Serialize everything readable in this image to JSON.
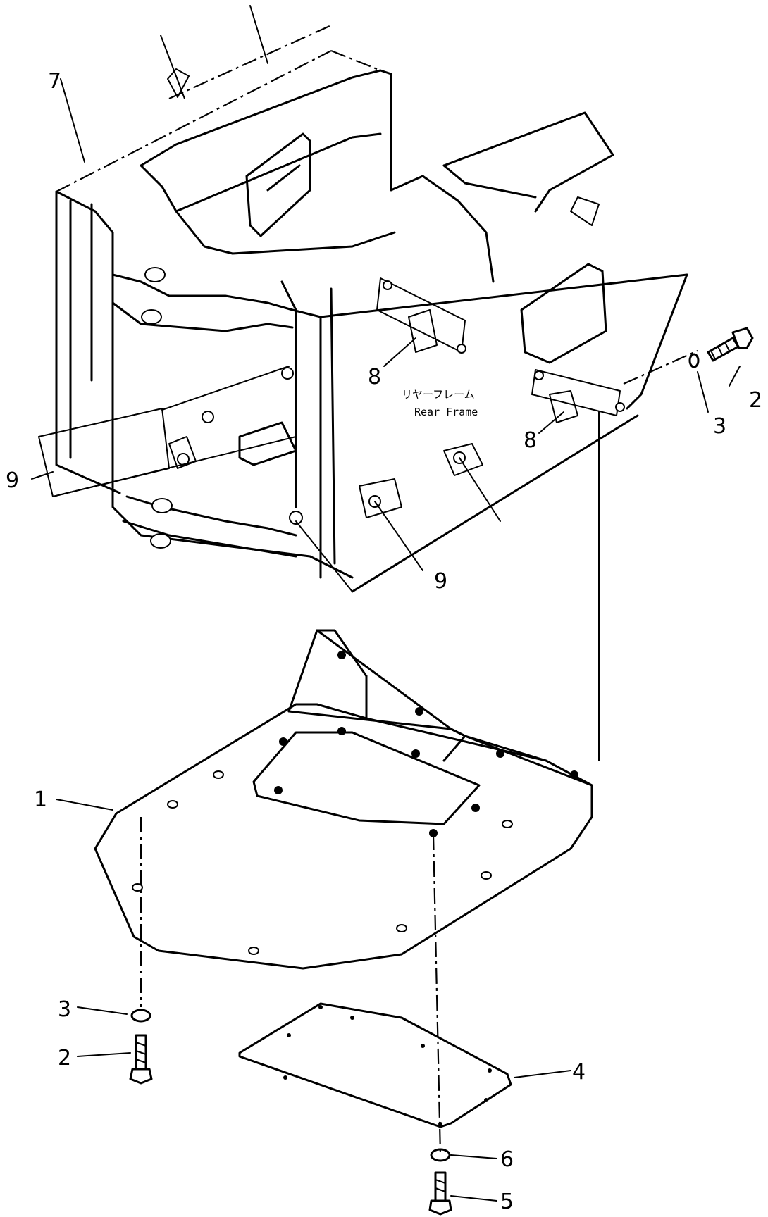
{
  "diagram": {
    "frame_label_jp": "リヤーフレーム",
    "frame_label_en": "Rear Frame",
    "callouts": {
      "p7": "7",
      "p8a": "8",
      "p8b": "8",
      "p9a": "9",
      "p9b": "9",
      "p2a": "2",
      "p3a": "3",
      "p1": "1",
      "p3b": "3",
      "p2b": "2",
      "p4": "4",
      "p6": "6",
      "p5": "5"
    }
  }
}
